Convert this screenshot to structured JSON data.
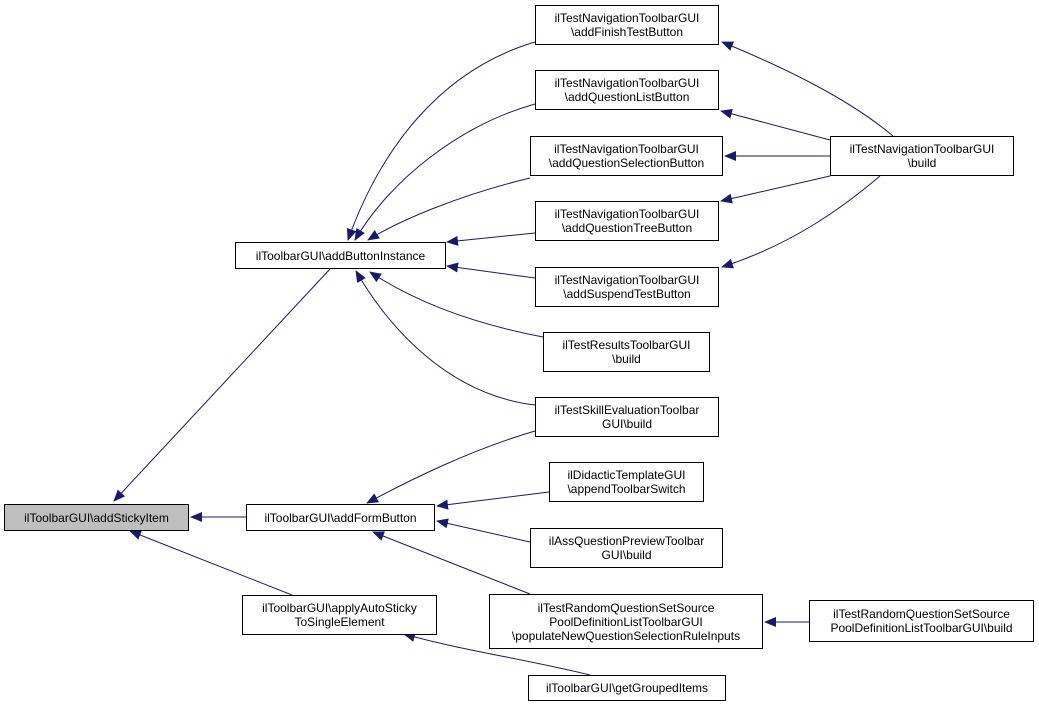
{
  "nodes": {
    "add_sticky_item": {
      "lines": [
        "ilToolbarGUI\\addStickyItem"
      ],
      "highlight": true
    },
    "add_button_instance": {
      "lines": [
        "ilToolbarGUI\\addButtonInstance"
      ]
    },
    "add_form_button": {
      "lines": [
        "ilToolbarGUI\\addFormButton"
      ]
    },
    "apply_auto_sticky": {
      "lines": [
        "ilToolbarGUI\\applyAutoSticky",
        "ToSingleElement"
      ]
    },
    "finish_test": {
      "lines": [
        "ilTestNavigationToolbarGUI",
        "\\addFinishTestButton"
      ]
    },
    "question_list": {
      "lines": [
        "ilTestNavigationToolbarGUI",
        "\\addQuestionListButton"
      ]
    },
    "question_selection": {
      "lines": [
        "ilTestNavigationToolbarGUI",
        "\\addQuestionSelectionButton"
      ]
    },
    "question_tree": {
      "lines": [
        "ilTestNavigationToolbarGUI",
        "\\addQuestionTreeButton"
      ]
    },
    "suspend_test": {
      "lines": [
        "ilTestNavigationToolbarGUI",
        "\\addSuspendTestButton"
      ]
    },
    "results_build": {
      "lines": [
        "ilTestResultsToolbarGUI",
        "\\build"
      ]
    },
    "skill_eval_build": {
      "lines": [
        "ilTestSkillEvaluationToolbar",
        "GUI\\build"
      ]
    },
    "nav_build": {
      "lines": [
        "ilTestNavigationToolbarGUI",
        "\\build"
      ]
    },
    "didactic": {
      "lines": [
        "ilDidacticTemplateGUI",
        "\\appendToolbarSwitch"
      ]
    },
    "ass_preview": {
      "lines": [
        "ilAssQuestionPreviewToolbar",
        "GUI\\build"
      ]
    },
    "random_populate": {
      "lines": [
        "ilTestRandomQuestionSetSource",
        "PoolDefinitionListToolbarGUI",
        "\\populateNewQuestionSelectionRuleInputs"
      ]
    },
    "random_build": {
      "lines": [
        "ilTestRandomQuestionSetSource",
        "PoolDefinitionListToolbarGUI\\build"
      ]
    },
    "grouped_items": {
      "lines": [
        "ilToolbarGUI\\getGroupedItems"
      ]
    }
  },
  "edges": [
    {
      "from": "add_button_instance",
      "to": "add_sticky_item"
    },
    {
      "from": "add_form_button",
      "to": "add_sticky_item"
    },
    {
      "from": "apply_auto_sticky",
      "to": "add_sticky_item"
    },
    {
      "from": "finish_test",
      "to": "add_button_instance"
    },
    {
      "from": "question_list",
      "to": "add_button_instance"
    },
    {
      "from": "question_selection",
      "to": "add_button_instance"
    },
    {
      "from": "question_tree",
      "to": "add_button_instance"
    },
    {
      "from": "suspend_test",
      "to": "add_button_instance"
    },
    {
      "from": "results_build",
      "to": "add_button_instance"
    },
    {
      "from": "skill_eval_build",
      "to": "add_button_instance"
    },
    {
      "from": "nav_build",
      "to": "finish_test"
    },
    {
      "from": "nav_build",
      "to": "question_list"
    },
    {
      "from": "nav_build",
      "to": "question_selection"
    },
    {
      "from": "nav_build",
      "to": "question_tree"
    },
    {
      "from": "nav_build",
      "to": "suspend_test"
    },
    {
      "from": "skill_eval_build",
      "to": "add_form_button"
    },
    {
      "from": "didactic",
      "to": "add_form_button"
    },
    {
      "from": "ass_preview",
      "to": "add_form_button"
    },
    {
      "from": "random_populate",
      "to": "add_form_button"
    },
    {
      "from": "random_build",
      "to": "random_populate"
    },
    {
      "from": "grouped_items",
      "to": "apply_auto_sticky"
    }
  ],
  "colors": {
    "edge": "#191970",
    "node_border": "#000000",
    "highlight_fill": "#bfbfbf",
    "node_fill": "#ffffff"
  }
}
